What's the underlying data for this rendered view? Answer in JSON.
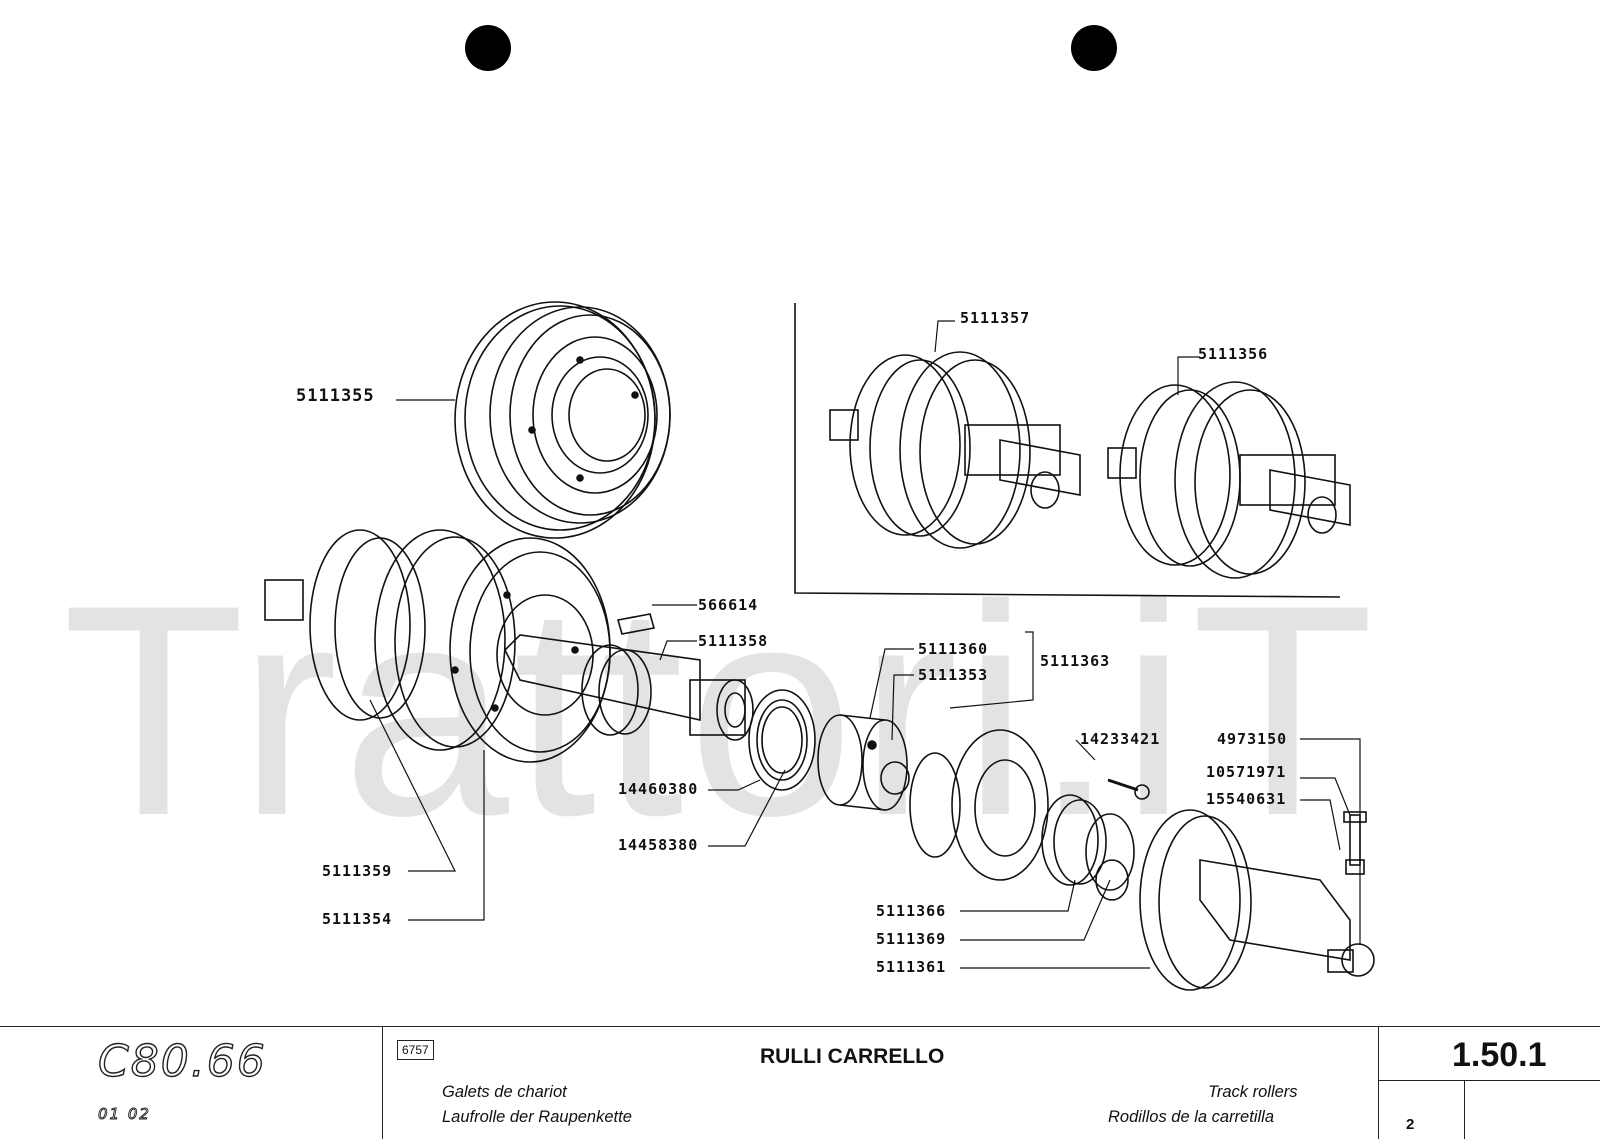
{
  "header": {
    "model": "C80.66",
    "variants": "01 02",
    "ref_code": "6757",
    "title": "RULLI CARRELLO",
    "title_fr": "Galets de chariot",
    "title_de": "Laufrolle der Raupenkette",
    "title_en": "Track rollers",
    "title_es": "Rodillos de la carretilla",
    "page_number": "1.50.1",
    "sheet": "2"
  },
  "watermark": "Trattori.iT",
  "parts": [
    "5111355",
    "5111357",
    "5111356",
    "566614",
    "5111358",
    "5111360",
    "5111353",
    "5111363",
    "14233421",
    "4973150",
    "10571971",
    "15540631",
    "14460380",
    "14458380",
    "5111359",
    "5111354",
    "5111366",
    "5111369",
    "5111361"
  ]
}
